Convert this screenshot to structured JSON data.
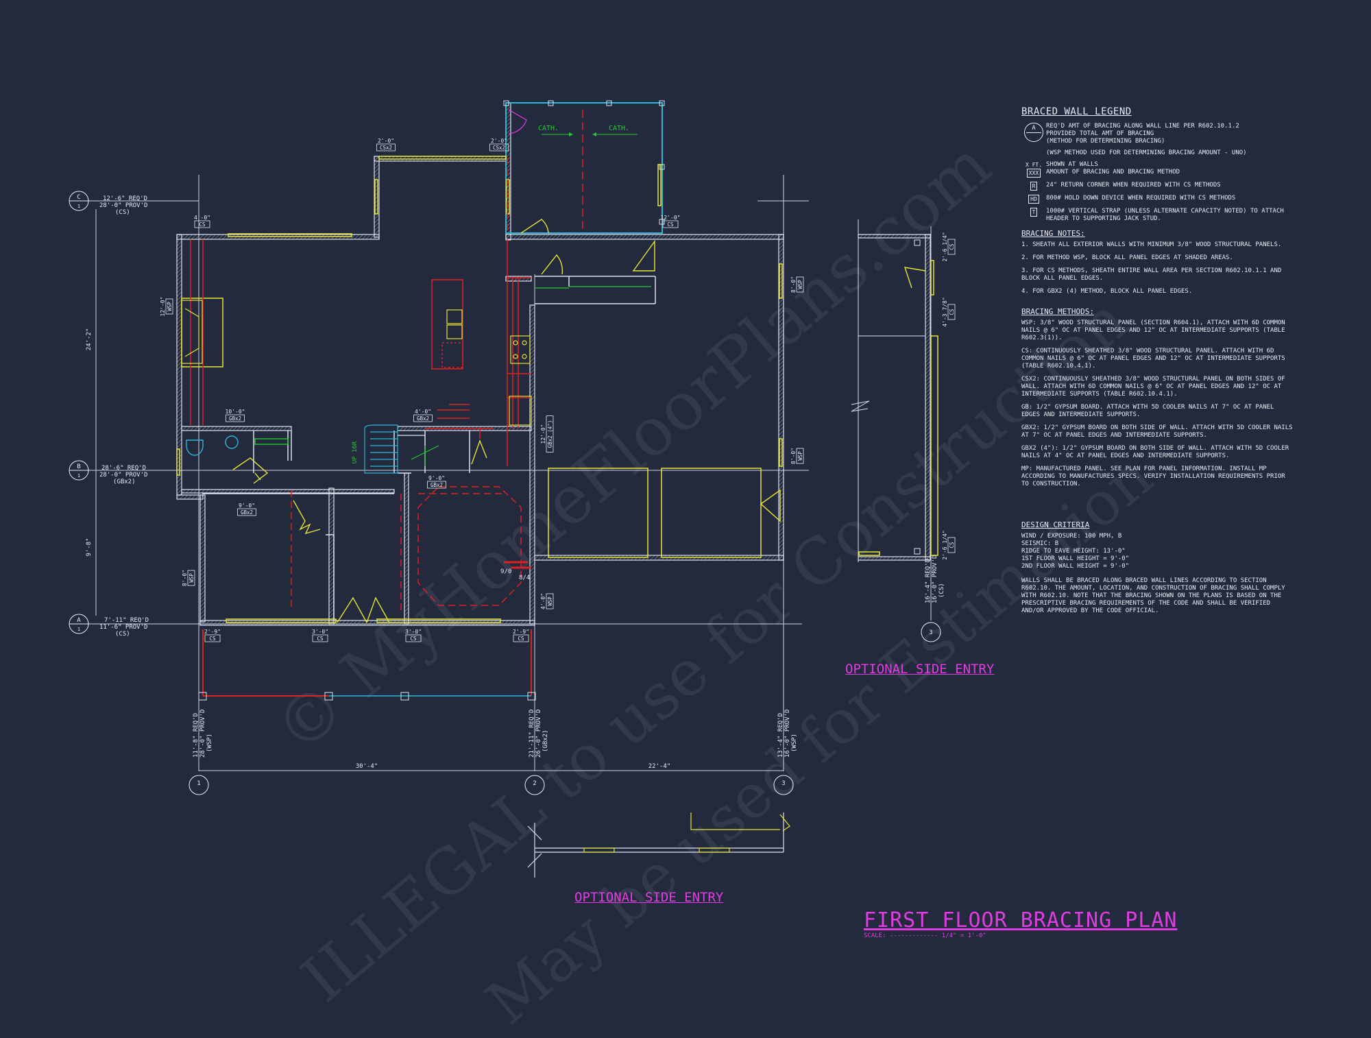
{
  "drawing": {
    "title": "FIRST FLOOR BRACING PLAN",
    "scale_label": "SCALE:",
    "scale_value": "1/4\" = 1'-0\"",
    "optional_side_entry_right": "OPTIONAL SIDE ENTRY",
    "optional_side_entry_bottom": "OPTIONAL SIDE ENTRY"
  },
  "watermark": {
    "line1": "© MyHomeFloorPlans.com",
    "line2": "ILLEGAL to use for Construction",
    "line3": "May be used for Estimation"
  },
  "legend": {
    "heading": "BRACED WALL LEGEND",
    "circle_letter": "A",
    "circle_desc": [
      "REQ'D AMT OF BRACING ALONG WALL LINE PER R602.10.1.2",
      "PROVIDED TOTAL AMT OF BRACING",
      "(METHOD FOR DETERMINING BRACING)"
    ],
    "wsp_note": "(WSP METHOD USED FOR DETERMINING BRACING AMOUNT - UNO)",
    "xft_top": "X FT.",
    "xft_box": "XXX",
    "xft_desc": [
      "SHOWN AT WALLS",
      "AMOUNT OF BRACING AND BRACING METHOD"
    ],
    "symbols": [
      {
        "sym": "R",
        "desc": "24\" RETURN CORNER WHEN REQUIRED WITH CS METHODS"
      },
      {
        "sym": "HD",
        "desc": "800# HOLD DOWN DEVICE WHEN REQUIRED WITH CS METHODS"
      },
      {
        "sym": "T",
        "desc": "1000# VERTICAL STRAP (UNLESS ALTERNATE CAPACITY NOTED) TO ATTACH HEADER TO SUPPORTING JACK STUD."
      }
    ],
    "notes_heading": "BRACING NOTES:",
    "notes": [
      "1. SHEATH ALL EXTERIOR WALLS WITH MINIMUM 3/8\" WOOD STRUCTURAL PANELS.",
      "2. FOR METHOD WSP, BLOCK ALL PANEL EDGES AT SHADED AREAS.",
      "3. FOR CS METHODS, SHEATH ENTIRE WALL AREA PER SECTION R602.10.1.1 AND BLOCK ALL PANEL EDGES.",
      "4. FOR GBx2 (4) METHOD, BLOCK ALL PANEL EDGES."
    ],
    "methods_heading": "BRACING METHODS:",
    "methods": [
      "WSP: 3/8\" WOOD STRUCTURAL PANEL (SECTION R604.1), ATTACH WITH 6d COMMON NAILS @ 6\" OC AT PANEL EDGES AND 12\" OC AT INTERMEDIATE SUPPORTS (TABLE R602.3(1)).",
      "CS: CONTINUOUSLY SHEATHED 3/8\" WOOD STRUCTURAL PANEL. ATTACH WITH 6d COMMON NAILS @ 6\" OC AT PANEL EDGES AND 12\" OC AT INTERMEDIATE SUPPORTS (TABLE R602.10.4.1).",
      "CSx2: CONTINUOUSLY SHEATHED 3/8\" WOOD STRUCTURAL PANEL ON BOTH SIDES OF WALL. ATTACH WITH 6d COMMON NAILS @ 6\" OC AT PANEL EDGES AND 12\" OC AT INTERMEDIATE SUPPORTS (TABLE R602.10.4.1).",
      "GB: 1/2\" GYPSUM BOARD. ATTACH WITH 5d COOLER NAILS AT 7\" OC AT PANEL EDGES AND INTERMEDIATE SUPPORTS.",
      "GBx2: 1/2\" GYPSUM BOARD ON BOTH SIDE OF WALL. ATTACH WITH 5d COOLER NAILS AT 7\" OC AT PANEL EDGES AND INTERMEDIATE SUPPORTS.",
      "GBx2 (4\"): 1/2\" GYPSUM BOARD ON BOTH SIDE OF WALL. ATTACH WITH 5d COOLER NAILS AT 4\" OC AT PANEL EDGES AND INTERMEDIATE SUPPORTS.",
      "MP: MANUFACTURED PANEL. SEE PLAN FOR PANEL INFORMATION. INSTALL MP ACCORDING TO MANUFACTURES SPECS. VERIFY INSTALLATION REQUIREMENTS PRIOR TO CONSTRUCTION."
    ],
    "criteria_heading": "DESIGN CRITERIA",
    "criteria": [
      "WIND / EXPOSURE:   100 MPH, B",
      "SEISMIC:   B",
      "RIDGE TO EAVE HEIGHT: 13'-0\"",
      "1ST FLOOR WALL HEIGHT = 9'-0\"",
      "2ND FLOOR WALL HEIGHT = 9'-0\""
    ],
    "criteria_note": "WALLS SHALL BE BRACED ALONG BRACED WALL LINES ACCORDING TO SECTION R602.10. THE AMOUNT, LOCATION, AND CONSTRUCTION OF BRACING SHALL COMPLY WITH R602.10. NOTE THAT THE BRACING SHOWN ON THE PLANS IS BASED ON THE PRESCRIPTIVE BRACING REQUIREMENTS OF THE CODE AND SHALL BE VERIFIED AND/OR APPROVED BY THE CODE OFFICIAL."
  },
  "gridlines": {
    "C": {
      "id": "C",
      "num": "1",
      "req": "12'-6\" REQ'D",
      "prov": "28'-0\" PROV'D",
      "method": "(CS)"
    },
    "B": {
      "id": "B",
      "num": "1",
      "req": "28'-6\" REQ'D",
      "prov": "28'-0\" PROV'D",
      "method": "(GBx2)"
    },
    "A": {
      "id": "A",
      "num": "1",
      "req": "7'-11\" REQ'D",
      "prov": "11'-6\" PROV'D",
      "method": "(CS)"
    },
    "g1": {
      "id": "1",
      "req": "11'-8\" REQ'D",
      "prov": "28'-0\" PROV'D",
      "method": "(WSP)"
    },
    "g2": {
      "id": "2",
      "req": "21'-11\" REQ'D",
      "prov": "26'-0\" PROV'D",
      "method": "(GBx2)"
    },
    "g3": {
      "id": "3",
      "req": "13'-4\" REQ'D",
      "prov": "16'-0\" PROV'D",
      "method": "(WSP)"
    },
    "g3r": {
      "id": "3",
      "req": "16'-4\" REQ'D",
      "prov": "16'-0\" PROV'D",
      "method": "(CS)"
    }
  },
  "dims": {
    "left_overall": "24'-2\"",
    "left_lower": "9'-8\"",
    "bottom_left": "30'-4\"",
    "bottom_right": "22'-4\""
  },
  "tags": [
    {
      "len": "2'-0\"",
      "type": "CSx2"
    },
    {
      "len": "2'-0\"",
      "type": "CSx2"
    },
    {
      "len": "4'-0\"",
      "type": "CS"
    },
    {
      "len": "12'-0\"",
      "type": "CS"
    },
    {
      "len": "10'-0\"",
      "type": "GBx2"
    },
    {
      "len": "4'-0\"",
      "type": "GBx2"
    },
    {
      "len": "9'-0\"",
      "type": "GBx2"
    },
    {
      "len": "9'-0\"",
      "type": "GBx2"
    },
    {
      "len": "2'-9\"",
      "type": "CS"
    },
    {
      "len": "3'-0\"",
      "type": "CS"
    },
    {
      "len": "3'-0\"",
      "type": "CS"
    },
    {
      "len": "2'-9\"",
      "type": "CS"
    },
    {
      "len": "12'-0\"",
      "type": "WSP"
    },
    {
      "len": "8'-0\"",
      "type": "WSP"
    },
    {
      "len": "8'-0\"",
      "type": "WSP"
    },
    {
      "len": "4'-0\"",
      "type": "WSP"
    },
    {
      "len": "8'-0\"",
      "type": "WSP"
    },
    {
      "len": "12'-0\"",
      "type": "GBx2 (4\")"
    },
    {
      "len": "2'-6 1/4\"",
      "type": "CS"
    },
    {
      "len": "4'-3 7/8\"",
      "type": "CS"
    },
    {
      "len": "2'-6 1/4\"",
      "type": "CS"
    }
  ],
  "rooms": {
    "cath1": "CATH.",
    "cath2": "CATH.",
    "stair": "UP 16R",
    "ceiling1": "9/0",
    "ceiling2": "8/4"
  },
  "colors": {
    "background": "#232a3d",
    "walls": "#dfe3ee",
    "bracing": "#e6e633",
    "interior_red": "#dd2222",
    "cyan": "#2fb6d6",
    "green": "#25c92e",
    "magenta": "#e13ce2"
  }
}
